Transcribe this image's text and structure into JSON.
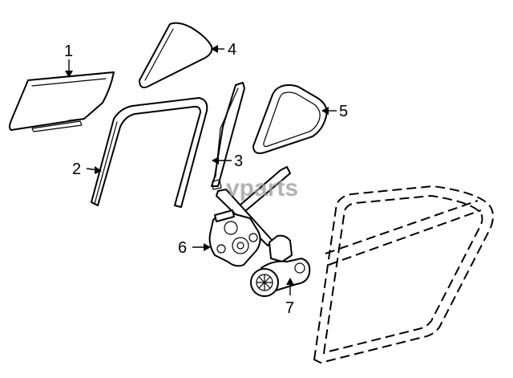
{
  "callouts": {
    "c1": "1",
    "c2": "2",
    "c3": "3",
    "c4": "4",
    "c5": "5",
    "c6": "6",
    "c7": "7"
  },
  "watermark": "vparts"
}
